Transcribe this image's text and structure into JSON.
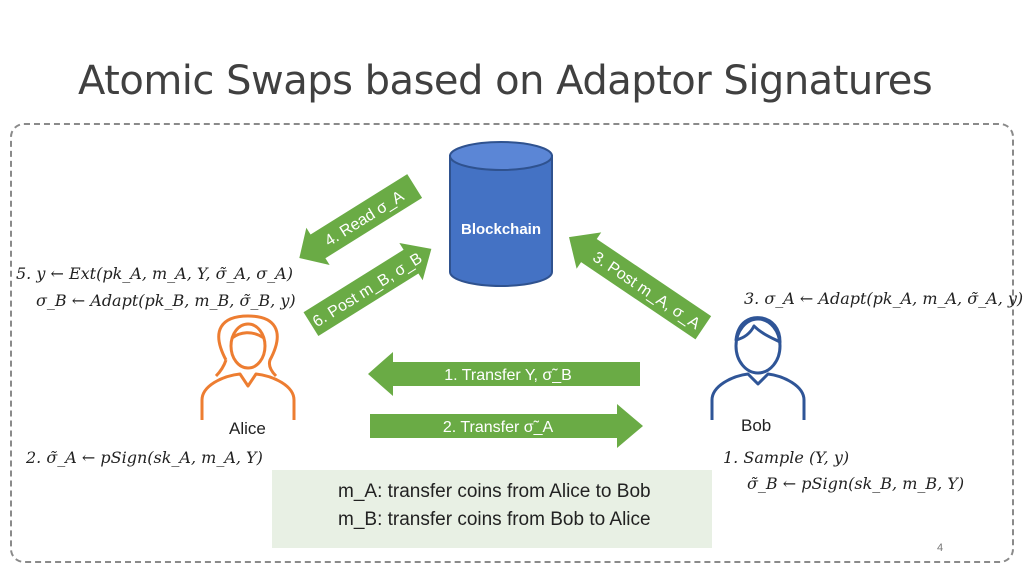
{
  "title": "Atomic Swaps based on Adaptor Signatures",
  "blockchain_label": "Blockchain",
  "alice_label": "Alice",
  "bob_label": "Bob",
  "arrows": {
    "read": "4. Read σ_A",
    "post_b": "6. Post m_B, σ_B",
    "post_a": "3. Post m_A, σ_A",
    "transfer1": "1. Transfer Y, σ̃_B",
    "transfer2": "2. Transfer σ̃_A"
  },
  "alice_step5_line1": "5. y ← Ext(pk_A, m_A, Y, σ̃_A, σ_A)",
  "alice_step5_line2": "σ_B ← Adapt(pk_B, m_B, σ̃_B, y)",
  "alice_step2": "2. σ̃_A ← pSign(sk_A, m_A, Y)",
  "bob_step3": "3. σ_A ← Adapt(pk_A, m_A, σ̃_A, y)",
  "bob_step1_line1": "1. Sample (Y, y)",
  "bob_step1_line2": "σ̃_B ← pSign(sk_B, m_B, Y)",
  "legend": {
    "line1": "m_A: transfer coins from Alice to Bob",
    "line2": "m_B: transfer coins from Bob to Alice",
    "icon": "currency-exchange-icon"
  },
  "page_number": "4",
  "colors": {
    "arrow_green": "#6aab45",
    "blockchain_blue": "#4472c4",
    "alice_orange": "#ed7d31",
    "bob_blue": "#2f5597",
    "legend_bg": "#e8f0e4"
  }
}
